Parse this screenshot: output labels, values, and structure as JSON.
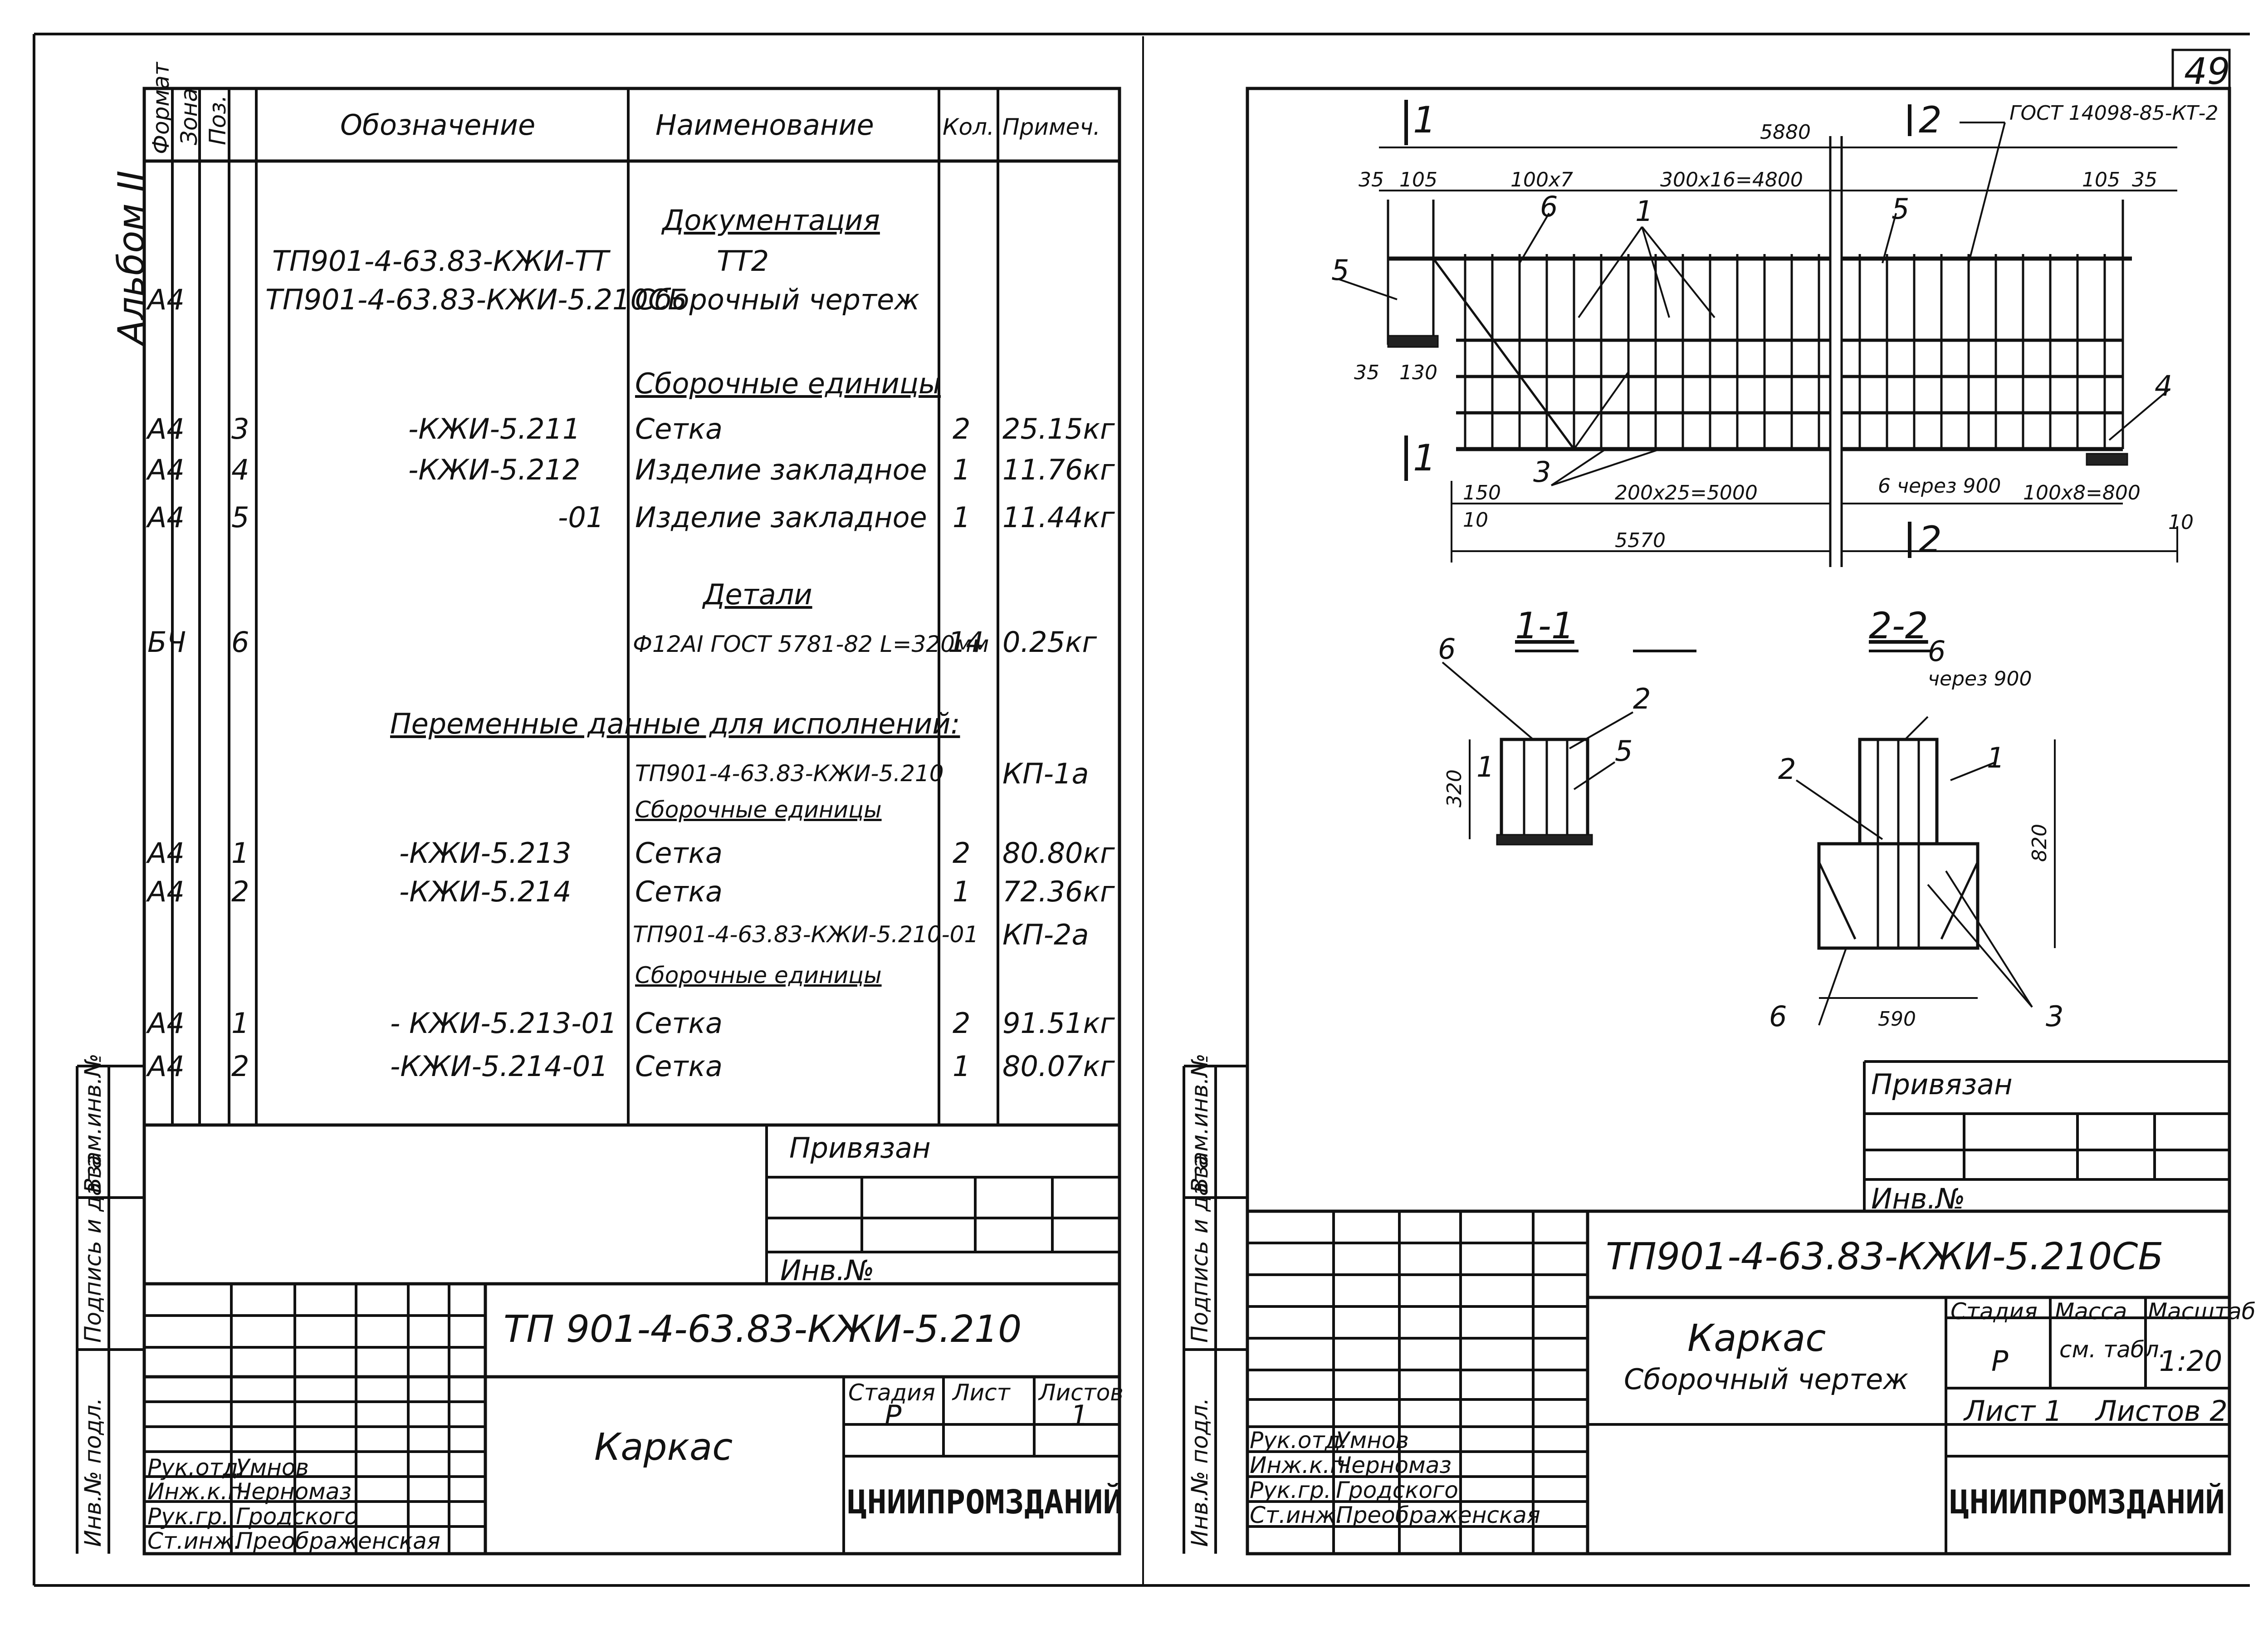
{
  "sheet_number": "49",
  "left_sheet": {
    "album_label": "Альбом II",
    "columns": {
      "format": "Формат",
      "zone": "Зона",
      "pos": "Поз.",
      "designation": "Обозначение",
      "name": "Наименование",
      "qty": "Кол.",
      "note": "Примеч."
    },
    "rows": [
      {
        "format": "",
        "pos": "",
        "designation": "",
        "name": "Документация",
        "qty": "",
        "note": "",
        "heading": true
      },
      {
        "format": "",
        "pos": "",
        "designation": "ТП901-4-63.83-КЖИ-ТТ",
        "name": "ТТ2",
        "qty": "",
        "note": ""
      },
      {
        "format": "А4",
        "pos": "",
        "designation": "ТП901-4-63.83-КЖИ-5.210СБ",
        "name": "Сборочный чертеж",
        "qty": "",
        "note": ""
      },
      {
        "format": "",
        "pos": "",
        "designation": "",
        "name": "",
        "qty": "",
        "note": ""
      },
      {
        "format": "",
        "pos": "",
        "designation": "",
        "name": "Сборочные единицы",
        "qty": "",
        "note": "",
        "heading": true
      },
      {
        "format": "А4",
        "pos": "3",
        "designation": "-КЖИ-5.211",
        "name": "Сетка",
        "qty": "2",
        "note": "25.15кг"
      },
      {
        "format": "А4",
        "pos": "4",
        "designation": "-КЖИ-5.212",
        "name": "Изделие закладное",
        "qty": "1",
        "note": "11.76кг"
      },
      {
        "format": "А4",
        "pos": "5",
        "designation": "-01",
        "name": "Изделие закладное",
        "qty": "1",
        "note": "11.44кг"
      },
      {
        "format": "",
        "pos": "",
        "designation": "",
        "name": "",
        "qty": "",
        "note": ""
      },
      {
        "format": "",
        "pos": "",
        "designation": "",
        "name": "Детали",
        "qty": "",
        "note": "",
        "heading": true
      },
      {
        "format": "БЧ",
        "pos": "6",
        "designation": "",
        "name": "Ф12АI ГОСТ 5781-82 L=320мм",
        "qty": "14",
        "note": "0.25кг"
      },
      {
        "format": "",
        "pos": "",
        "designation": "",
        "name": "",
        "qty": "",
        "note": ""
      },
      {
        "format": "",
        "pos": "",
        "designation": "Переменные данные для исполнений:",
        "name": "",
        "qty": "",
        "note": "",
        "span": true
      },
      {
        "format": "",
        "pos": "",
        "designation": "",
        "name": "ТП901-4-63.83-КЖИ-5.210",
        "qty": "",
        "note": "КП-1а"
      },
      {
        "format": "",
        "pos": "",
        "designation": "",
        "name": "Сборочные единицы",
        "qty": "",
        "note": "",
        "heading": true
      },
      {
        "format": "А4",
        "pos": "1",
        "designation": "-КЖИ-5.213",
        "name": "Сетка",
        "qty": "2",
        "note": "80.80кг"
      },
      {
        "format": "А4",
        "pos": "2",
        "designation": "-КЖИ-5.214",
        "name": "Сетка",
        "qty": "1",
        "note": "72.36кг"
      },
      {
        "format": "",
        "pos": "",
        "designation": "",
        "name": "ТП901-4-63.83-КЖИ-5.210-01",
        "qty": "",
        "note": "КП-2а"
      },
      {
        "format": "",
        "pos": "",
        "designation": "",
        "name": "Сборочные единицы",
        "qty": "",
        "note": "",
        "heading": true
      },
      {
        "format": "А4",
        "pos": "1",
        "designation": "- КЖИ-5.213-01",
        "name": "Сетка",
        "qty": "2",
        "note": "91.51кг"
      },
      {
        "format": "А4",
        "pos": "2",
        "designation": "-КЖИ-5.214-01",
        "name": "Сетка",
        "qty": "1",
        "note": "80.07кг"
      }
    ],
    "side_labels": [
      "Инв.№ подл.",
      "Подпись и дата",
      "Взам.инв.№"
    ],
    "privyazan": "Привязан",
    "inv_no": "Инв.№",
    "stamp": {
      "code": "ТП 901-4-63.83-КЖИ-5.210",
      "title": "Каркас",
      "stage_label": "Стадия",
      "sheet_label": "Лист",
      "sheets_label": "Листов",
      "stage": "Р",
      "sheets": "1",
      "org": "ЦНИИПРОМЗДАНИЙ",
      "people": [
        {
          "role": "Рук.отд.",
          "name": "Умнов"
        },
        {
          "role": "Инж.к.п.",
          "name": "Черномаз"
        },
        {
          "role": "Рук.гр.",
          "name": "Гродского"
        },
        {
          "role": "Ст.инж.",
          "name": "Преображенская"
        }
      ]
    }
  },
  "right_sheet": {
    "drawing": {
      "section_marks": [
        "1",
        "2",
        "1",
        "2"
      ],
      "dims": {
        "overall_top": "5880",
        "overall_bottom": "5570",
        "d35_left": "35",
        "d105_left": "105",
        "spacing1": "100х7",
        "spacing2": "300х16=4800",
        "d105_right": "105",
        "d35_right": "35",
        "d35_b": "35",
        "d130": "130",
        "d150": "150",
        "d10_l": "10",
        "d10_r": "10",
        "mesh_spacing": "200х25=5000",
        "bars_note": "6 через 900",
        "spacing3": "100х8=800",
        "gost_label": "ГОСТ 14098-85-КТ-2"
      },
      "callouts": [
        "6",
        "5",
        "1",
        "3",
        "4",
        "5"
      ],
      "section11": {
        "label": "1-1",
        "dim": "320",
        "callouts": [
          "6",
          "2",
          "1",
          "5"
        ]
      },
      "section22": {
        "label": "2-2",
        "dim_h": "590",
        "dim_v": "820",
        "note": "через 900",
        "callouts": [
          "6",
          "2",
          "1",
          "6",
          "3"
        ]
      }
    },
    "privyazan": "Привязан",
    "inv_no": "Инв.№",
    "side_labels": [
      "Инв.№ подл.",
      "Подпись и дата",
      "Взам.инв.№"
    ],
    "stamp": {
      "code": "ТП901-4-63.83-КЖИ-5.210СБ",
      "title": "Каркас",
      "subtitle": "Сборочный чертеж",
      "stage_label": "Стадия",
      "mass_label": "Масса",
      "scale_label": "Масштаб",
      "stage": "Р",
      "mass": "см. табл.",
      "scale": "1:20",
      "sheet": "Лист 1",
      "sheets": "Листов 2",
      "org": "ЦНИИПРОМЗДАНИЙ",
      "people": [
        {
          "role": "Рук.отд.",
          "name": "Умнов"
        },
        {
          "role": "Инж.к.п.",
          "name": "Черномаз"
        },
        {
          "role": "Рук.гр.",
          "name": "Гродского"
        },
        {
          "role": "Ст.инж.",
          "name": "Преображенская"
        }
      ]
    }
  }
}
